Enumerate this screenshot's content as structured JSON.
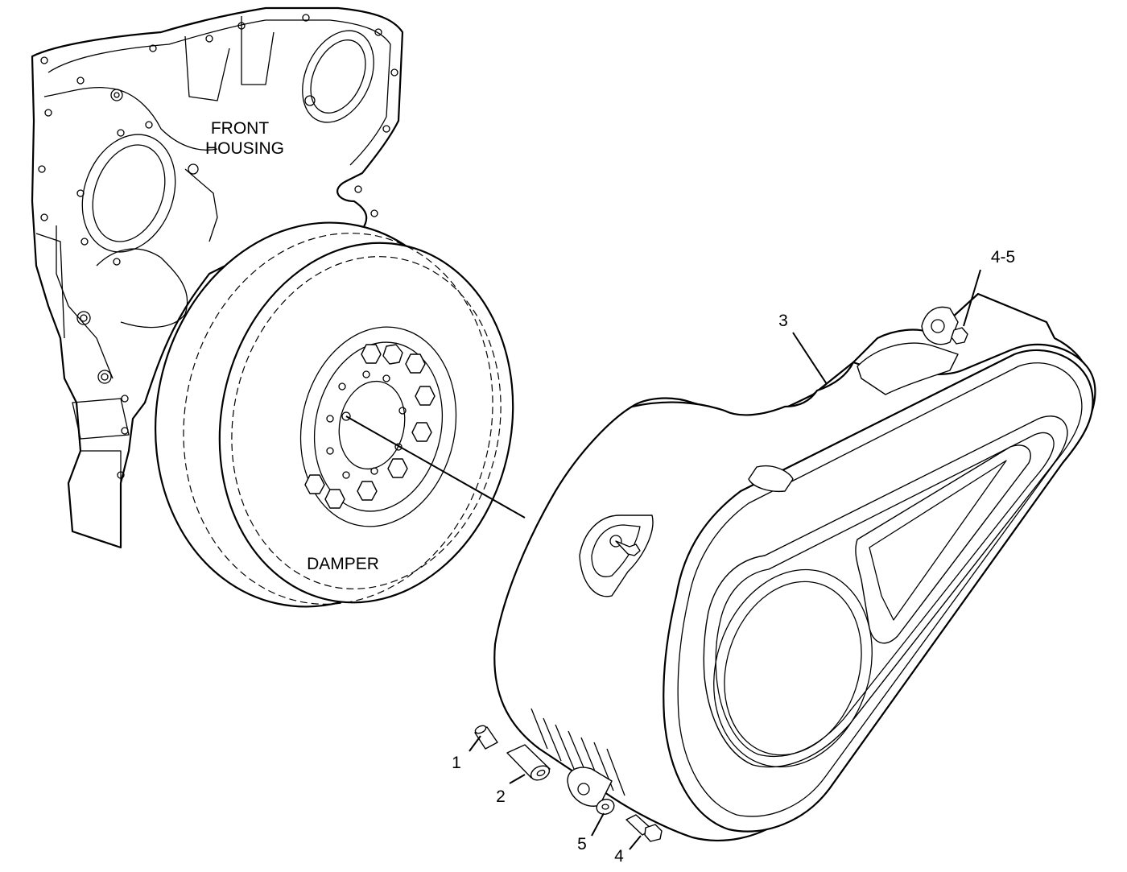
{
  "labels": {
    "front_housing_line1": "FRONT",
    "front_housing_line2": "HOUSING",
    "damper": "DAMPER",
    "callout_1": "1",
    "callout_2": "2",
    "callout_3": "3",
    "callout_4": "4",
    "callout_4_5": "4-5",
    "callout_5": "5"
  }
}
